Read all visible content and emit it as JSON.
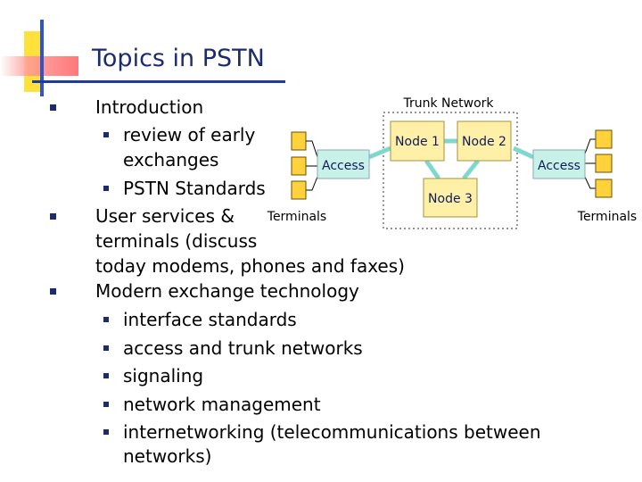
{
  "title": "Topics in PSTN",
  "bullets": {
    "introduction": "Introduction",
    "intro_sub1_line1": "review of early",
    "intro_sub1_line2": "exchanges",
    "intro_sub2": "PSTN Standards",
    "user_services_line1": "User services &",
    "user_services_line2": "terminals (discuss",
    "user_services_line3": "today modems, phones and faxes)",
    "modern_exchange": "Modern exchange technology",
    "modern_sub1": "interface standards",
    "modern_sub2": "access and trunk networks",
    "modern_sub3": "signaling",
    "modern_sub4": "network management",
    "modern_sub5_line1": "internetworking (telecommunications between",
    "modern_sub5_line2": "networks)"
  },
  "diagram": {
    "trunk_network": "Trunk Network",
    "node1": "Node 1",
    "node2": "Node 2",
    "node3": "Node 3",
    "access_left": "Access",
    "access_right": "Access",
    "terminals_left": "Terminals",
    "terminals_right": "Terminals"
  },
  "colors": {
    "title": "#1c2b6b",
    "node_fill": "#fff0a8",
    "access_fill": "#c8f1e8",
    "terminal_fill": "#ffd23c",
    "link": "#7fd8d0"
  }
}
